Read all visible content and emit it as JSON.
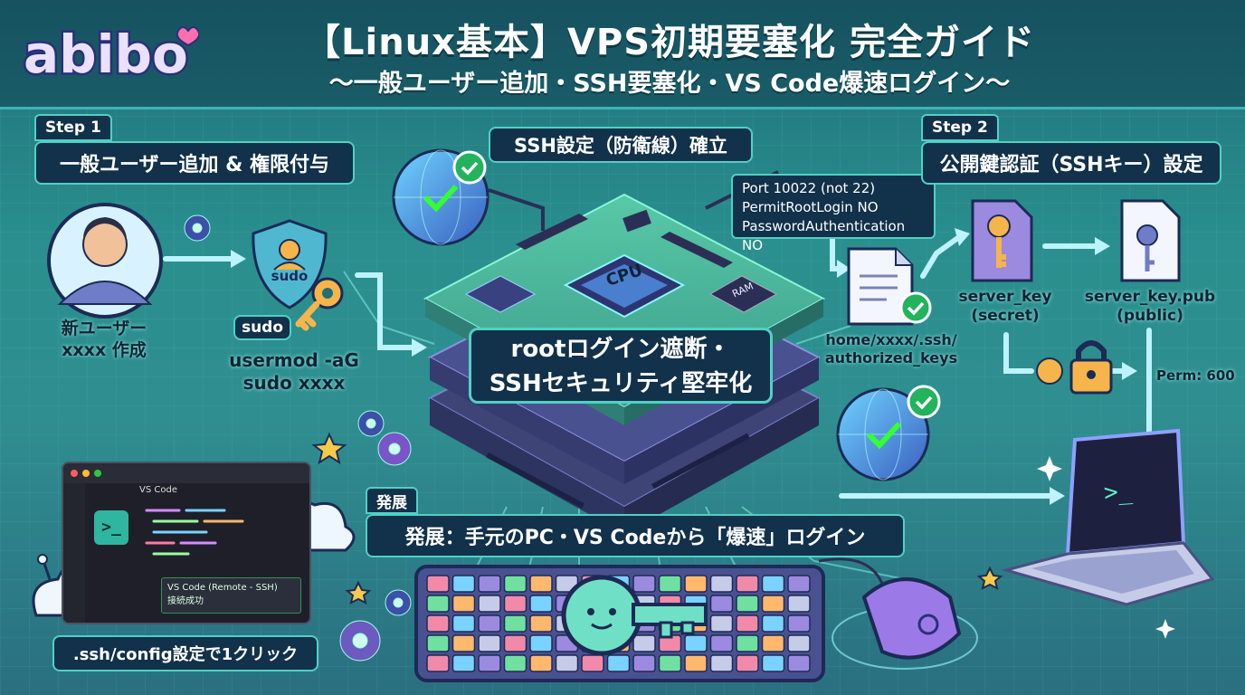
{
  "header": {
    "logo_text": "abibo",
    "title": "【Linux基本】VPS初期要塞化 完全ガイド",
    "subtitle": "〜一般ユーザー追加・SSH要塞化・VS Code爆速ログイン〜"
  },
  "step1": {
    "tag": "Step 1",
    "title": "一般ユーザー追加 & 権限付与",
    "user_caption_line1": "新ユーザー",
    "user_caption_line2": "xxxx 作成",
    "shield_text": "sudo",
    "sudo_label": "sudo",
    "command_line1": "usermod -aG",
    "command_line2": "sudo xxxx"
  },
  "ssh_settings": {
    "title": "SSH設定（防衛線）確立",
    "config_lines": [
      "Port 10022 (not 22)",
      "PermitRootLogin NO",
      "PasswordAuthentication NO"
    ],
    "center_line1": "rootログイン遮断・",
    "center_line2": "SSHセキュリティ堅牢化",
    "cpu_label": "CPU",
    "ram_label": "RAM",
    "authorized_keys_line1": "home/xxxx/.ssh/",
    "authorized_keys_line2": "authorized_keys"
  },
  "step2": {
    "tag": "Step 2",
    "title": "公開鍵認証（SSHキー）設定",
    "private_key_line1": "server_key",
    "private_key_line2": "(secret)",
    "public_key_line1": "server_key.pub",
    "public_key_line2": "(public)",
    "perm": "Perm: 600"
  },
  "development": {
    "tag": "発展",
    "title": "発展：手元のPC・VS Codeから「爆速」ログイン",
    "config_label": ".ssh/config設定で1クリック",
    "vscode_tab": "VS Code",
    "vscode_status_line1": "VS Code (Remote - SSH)",
    "vscode_status_line2": "接続成功",
    "terminal_prompt": ">_",
    "laptop_prompt": ">_"
  },
  "colors": {
    "accent": "#4fd1c5",
    "label_bg": "#12314a",
    "check_green": "#22b35c",
    "board_purple": "#5a5f9e"
  }
}
